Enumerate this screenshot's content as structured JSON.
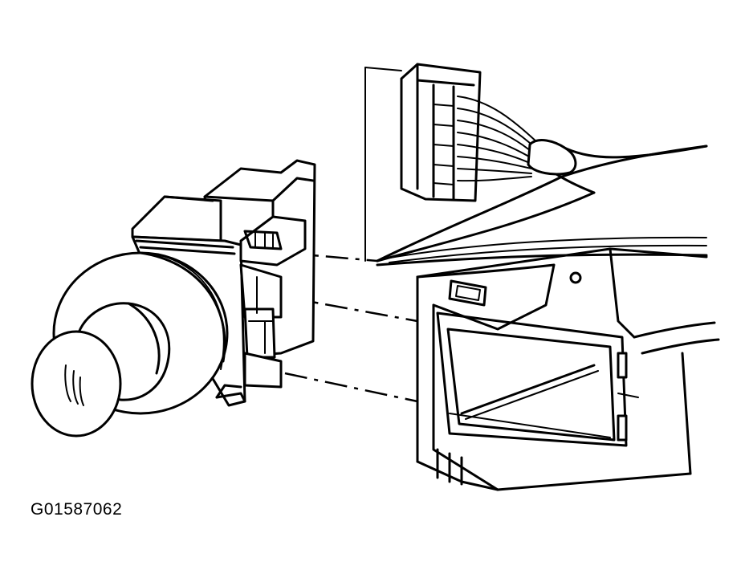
{
  "figure": {
    "code": "G01587062"
  },
  "colors": {
    "ink": "#000000",
    "paper": "#ffffff"
  },
  "parts": [
    "headlamp-switch-knob",
    "headlamp-switch-body",
    "wiring-harness-connector",
    "instrument-panel-opening"
  ]
}
